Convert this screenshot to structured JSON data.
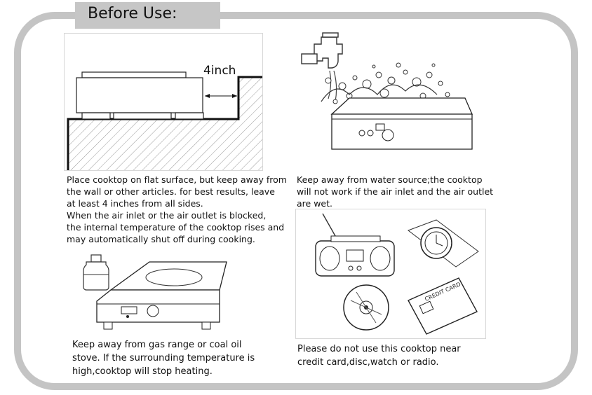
{
  "title": "Before Use:",
  "sections": {
    "wall_clearance": {
      "dimension_label": "4inch",
      "caption_lines": [
        "Place cooktop on flat surface, but keep away from",
        "the wall or other articles. for best results, leave",
        "at least 4 inches from all sides.",
        "When the air inlet or the air outlet is blocked,",
        "the internal temperature of the cooktop rises and",
        "may automatically shut off during cooking."
      ]
    },
    "water": {
      "caption_lines": [
        "Keep away from water source;the cooktop",
        "will not work if the air inlet and the air outlet",
        "are wet."
      ]
    },
    "gas": {
      "caption_lines": [
        "Keep away from gas range or coal oil",
        "stove. If the surrounding temperature is",
        "high,cooktop will stop heating."
      ]
    },
    "objects": {
      "card_text": "CREDIT CARD",
      "caption_lines": [
        "Please do not use this cooktop near",
        "credit card,disc,watch or radio."
      ]
    }
  }
}
